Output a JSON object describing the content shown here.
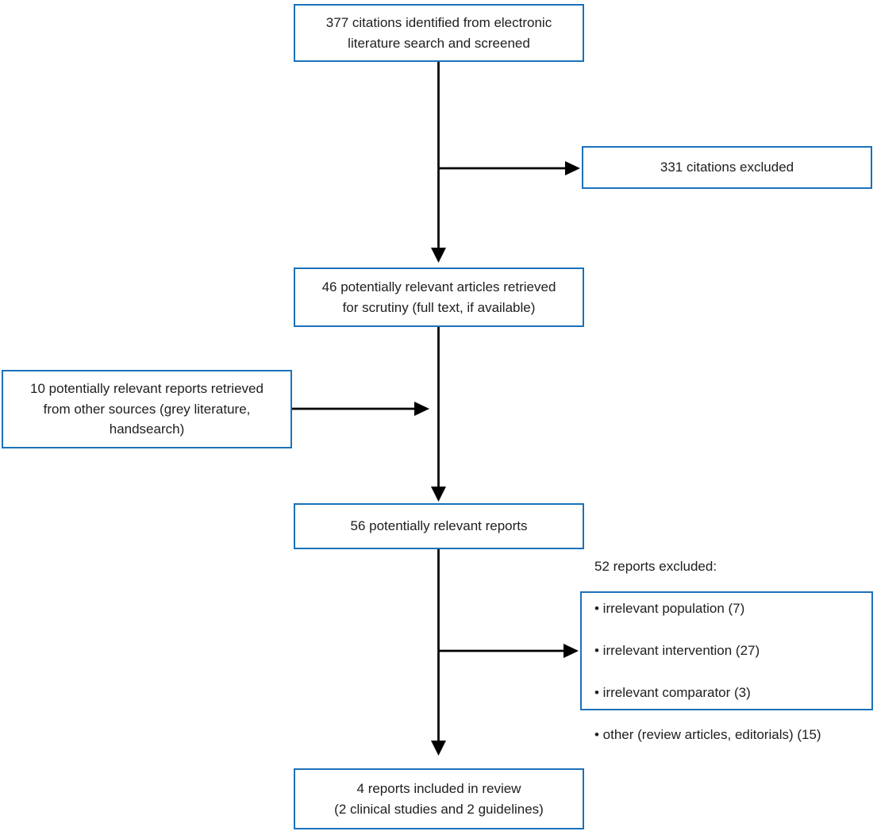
{
  "diagram": {
    "type": "flowchart",
    "subject": "systematic-review study selection flow",
    "colors": {
      "box_border": "#1b71ba",
      "box_background": "#ffffff",
      "arrow": "#000000",
      "text": "#202020",
      "background": "#ffffff"
    },
    "boxes": {
      "identified": {
        "text": "377 citations identified from electronic\nliterature search and screened"
      },
      "excluded_citations": {
        "text": "331 citations excluded"
      },
      "retrieved": {
        "text": "46 potentially relevant articles retrieved\nfor scrutiny (full text, if available)"
      },
      "other_sources": {
        "text": "10 potentially relevant reports retrieved\nfrom other sources (grey literature,\nhandsearch)"
      },
      "relevant_reports": {
        "text": "56 potentially relevant reports"
      },
      "excluded_reports": {
        "title": "52 reports excluded:",
        "items": [
          "• irrelevant population (7)",
          "• irrelevant intervention (27)",
          "• irrelevant comparator (3)",
          "• other (review articles, editorials) (15)"
        ]
      },
      "included": {
        "text": "4 reports included in review\n(2 clinical studies and 2 guidelines)"
      }
    }
  }
}
